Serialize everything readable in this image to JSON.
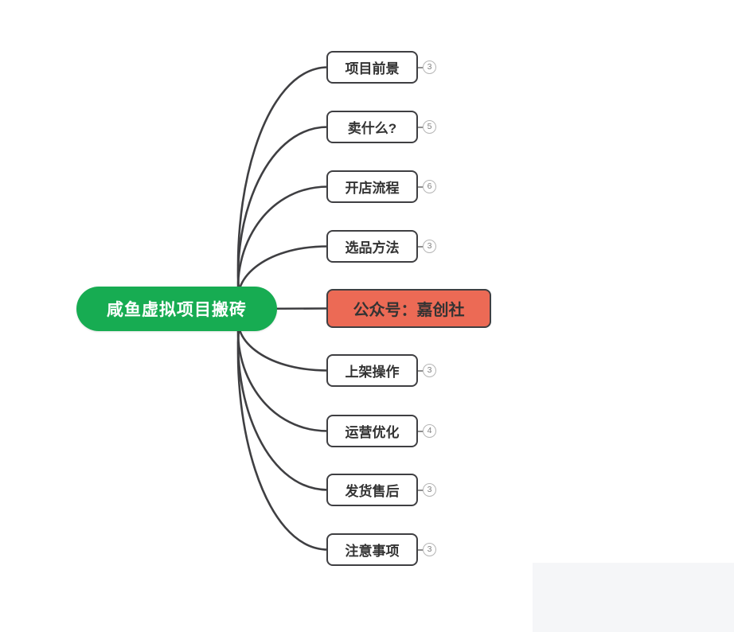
{
  "root": {
    "label": "咸鱼虚拟项目搬砖"
  },
  "branches": [
    {
      "label": "项目前景",
      "count": "3"
    },
    {
      "label": "卖什么?",
      "count": "5"
    },
    {
      "label": "开店流程",
      "count": "6"
    },
    {
      "label": "选品方法",
      "count": "3"
    },
    {
      "label": "公众号：嘉创社",
      "count": null,
      "highlight": true
    },
    {
      "label": "上架操作",
      "count": "3"
    },
    {
      "label": "运营优化",
      "count": "4"
    },
    {
      "label": "发货售后",
      "count": "3"
    },
    {
      "label": "注意事项",
      "count": "3"
    }
  ],
  "colors": {
    "central_topic_green": "#17AC52",
    "highlight_node_red": "#EC6A55",
    "connector_dark": "#3F3F42",
    "node_border_dark": "#3F3F42",
    "badge_gray": "#B5B5B5",
    "side_panel_gray": "#F5F6F8"
  }
}
